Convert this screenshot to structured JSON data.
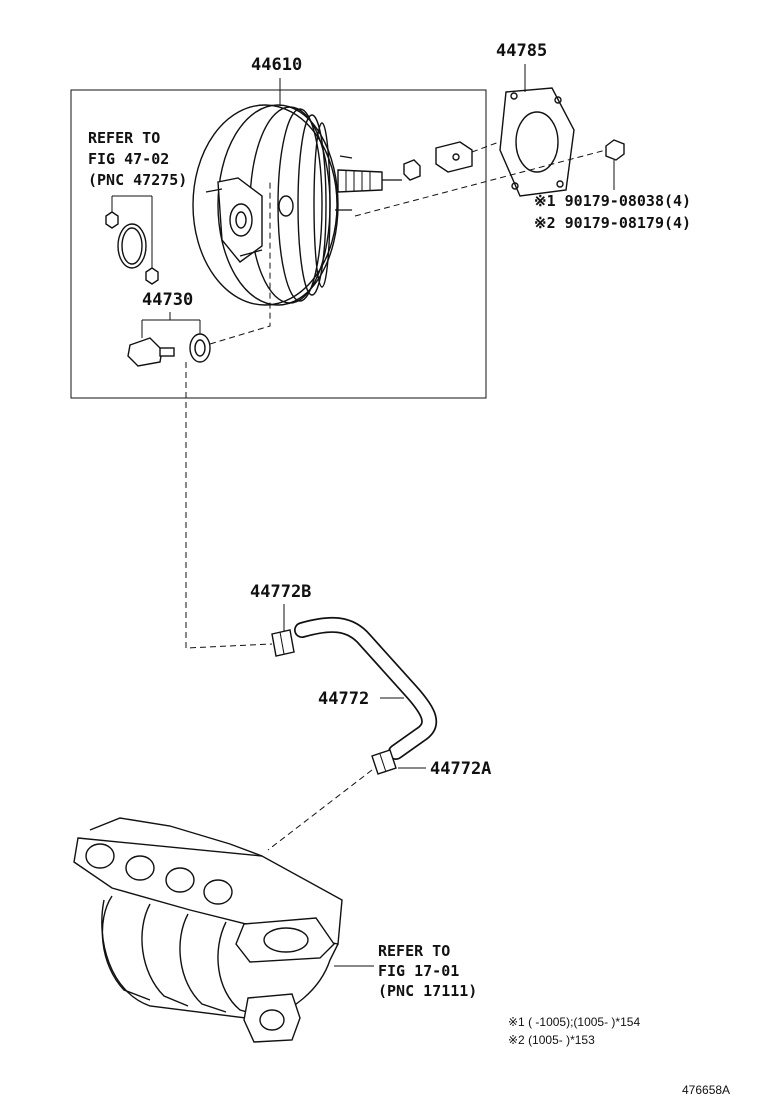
{
  "labels": {
    "booster": "44610",
    "gasket": "44785",
    "bolt_1": "※1 90179-08038(4)",
    "bolt_2": "※2 90179-08179(4)",
    "refer_a_1": "REFER TO",
    "refer_a_2": "FIG 47-02",
    "refer_a_3": "(PNC 47275)",
    "check_valve": "44730",
    "clip_b": "44772B",
    "hose": "44772",
    "clip_a": "44772A",
    "refer_b_1": "REFER TO",
    "refer_b_2": "FIG 17-01",
    "refer_b_3": "(PNC 17111)"
  },
  "notes": {
    "note_1": "※1 (      -1005);(1005-        )*154",
    "note_2": "※2 (1005-        )*153"
  },
  "figure_id": "476658A"
}
